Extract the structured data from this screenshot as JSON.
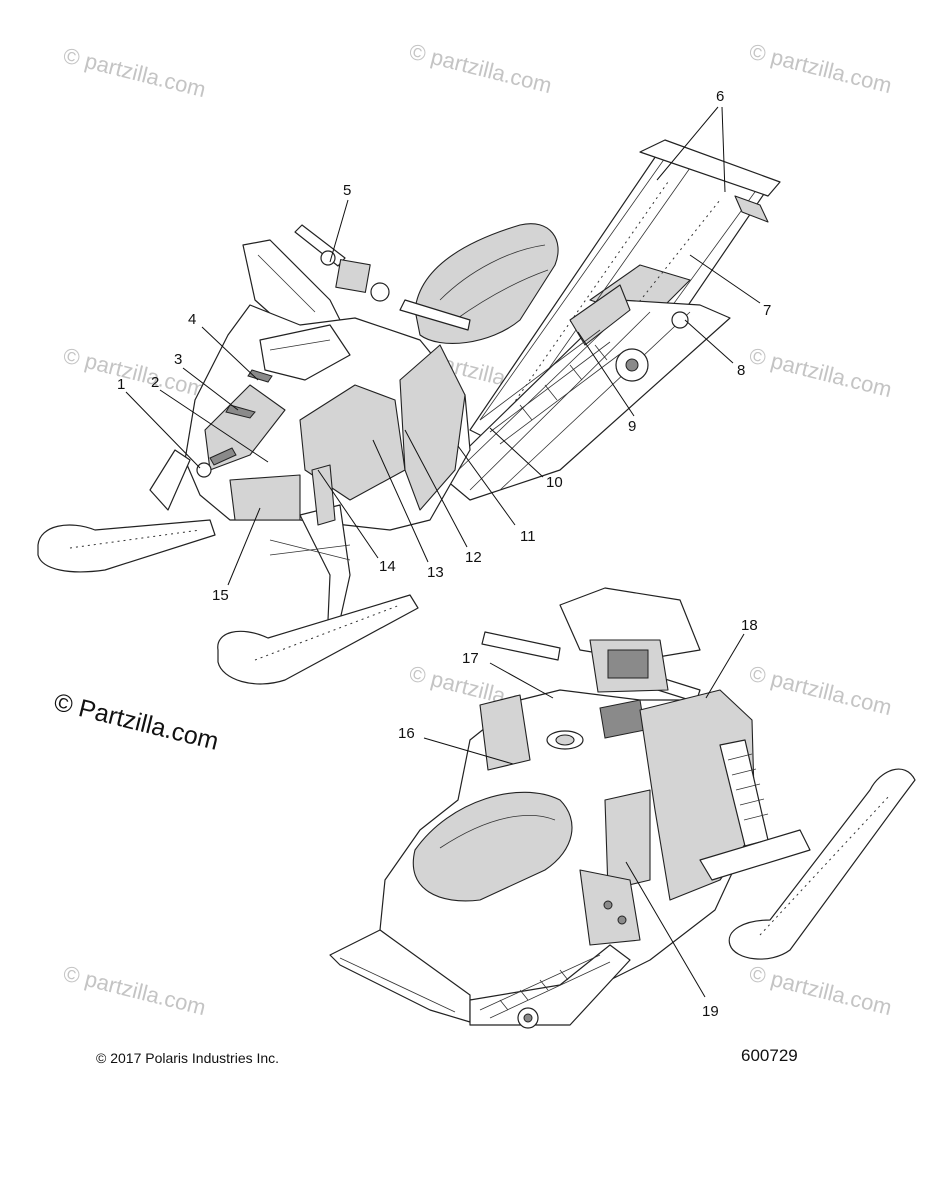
{
  "watermarks": {
    "small": "© partzilla.com",
    "large": "© Partzilla.com"
  },
  "callouts": [
    "1",
    "2",
    "3",
    "4",
    "5",
    "6",
    "7",
    "8",
    "9",
    "10",
    "11",
    "12",
    "13",
    "14",
    "15",
    "16",
    "17",
    "18",
    "19"
  ],
  "footer": {
    "copyright": "© 2017 Polaris Industries Inc.",
    "diagram_number": "600729"
  }
}
